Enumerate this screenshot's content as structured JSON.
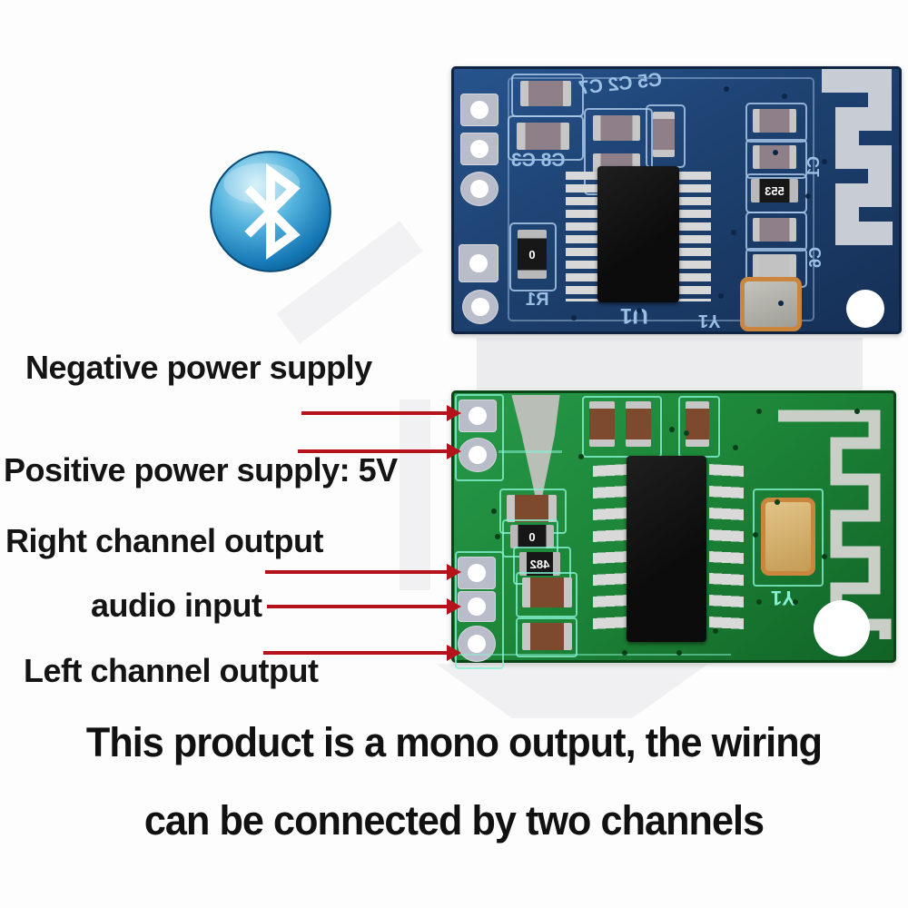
{
  "icons": {
    "bluetooth": "bluetooth-icon"
  },
  "annotations": {
    "negative": "Negative power supply",
    "positive": "Positive power supply: 5V",
    "right_out": "Right channel output",
    "audio_in": "audio input",
    "left_out": "Left channel output"
  },
  "caption": {
    "line1": "This product is a mono output, the wiring",
    "line2": "can be connected by two channels"
  },
  "pcb_blue": {
    "refs": {
      "top_row": "C5 C2 C7",
      "left_group": "C8 C3",
      "c1": "C1",
      "c6": "C6",
      "r553": "553",
      "zero": "0",
      "r1": "R1",
      "u1": "U1",
      "y1": "Y1"
    }
  },
  "pcb_green": {
    "refs": {
      "zero": "0",
      "r482": "482",
      "y1": "Y1"
    }
  },
  "palette": {
    "arrow_red": "#b5121b",
    "board_blue": "#1d4170",
    "board_green": "#1d8638",
    "silk_blue": "#a8c6e6",
    "silk_teal": "#86f2d3",
    "logo_blue": "#1577b5",
    "text_black": "#141414",
    "antenna_gray": "#c7ccd5"
  }
}
